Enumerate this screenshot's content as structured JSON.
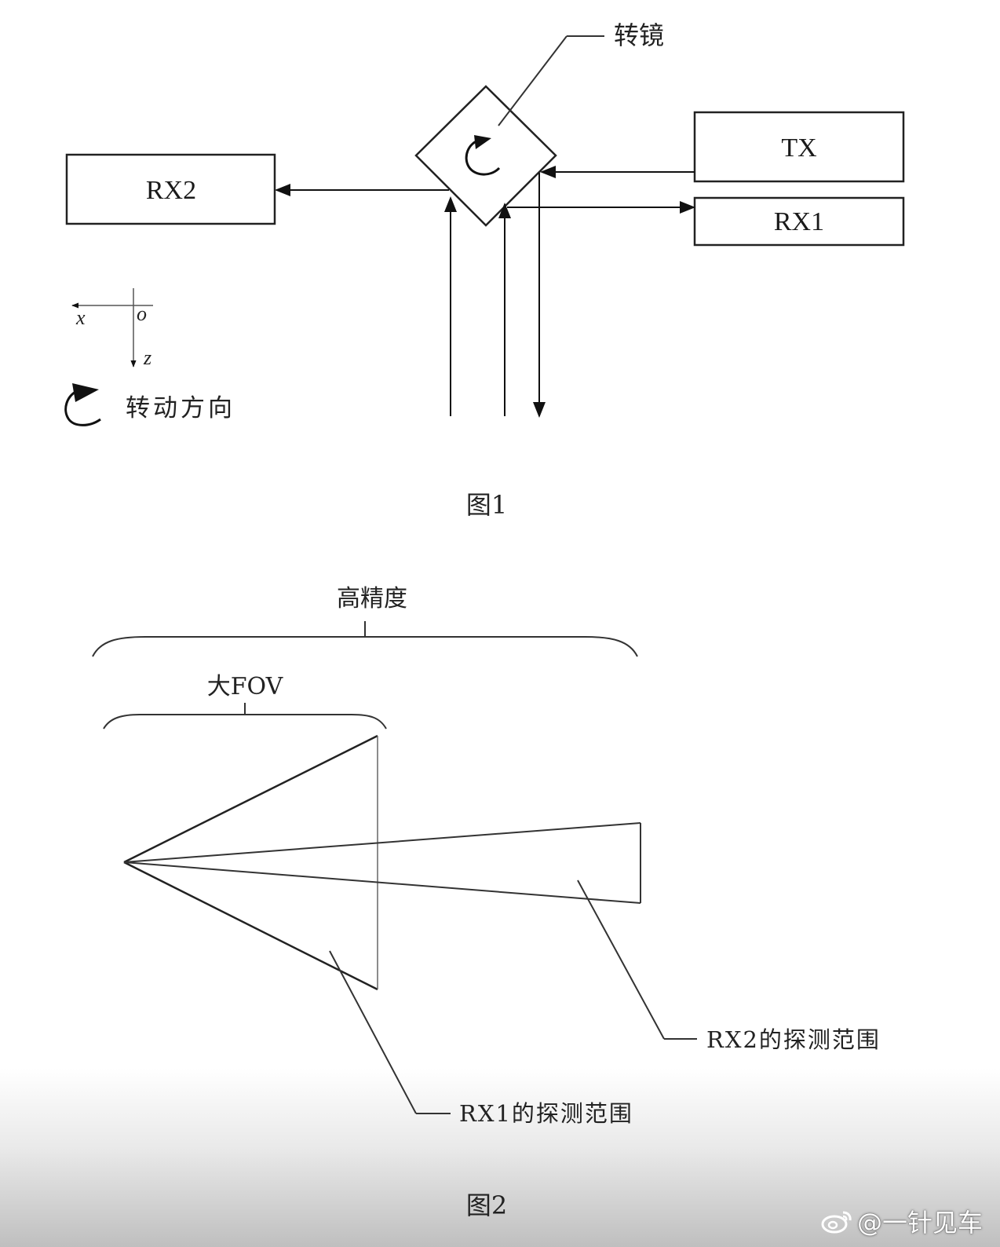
{
  "figure1": {
    "mirror_label": "转镜",
    "tx_label": "TX",
    "rx1_label": "RX1",
    "rx2_label": "RX2",
    "axis_x": "x",
    "axis_o": "o",
    "axis_z": "z",
    "rotation_legend": "转动方向",
    "caption": "图1"
  },
  "figure2": {
    "high_precision_label": "高精度",
    "large_fov_label": "大FOV",
    "rx1_range_label": "RX1的探测范围",
    "rx2_range_label": "RX2的探测范围",
    "caption": "图2"
  },
  "watermark": {
    "text": "@一针见车",
    "icon": "weibo-logo-icon"
  }
}
